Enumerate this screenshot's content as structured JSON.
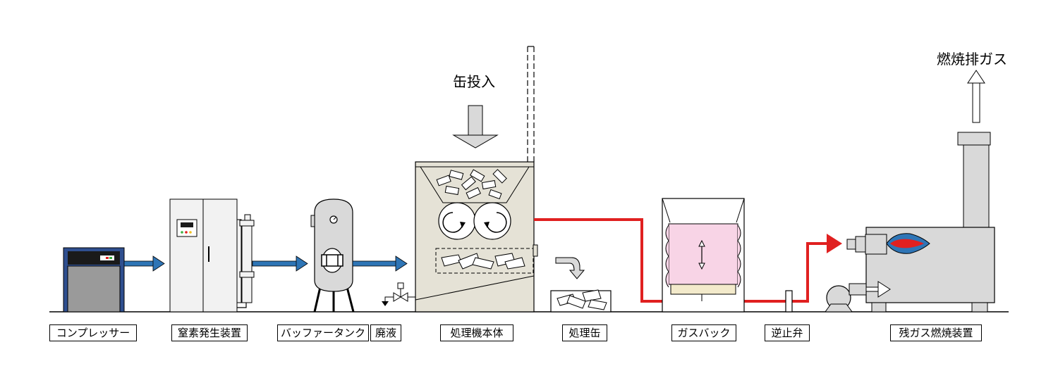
{
  "labels": {
    "compressor": "コンプレッサー",
    "nitrogen_generator": "窒素発生装置",
    "buffer_tank": "バッファータンク",
    "waste_liquid": "廃液",
    "processor_body": "処理機本体",
    "processed_cans": "処理缶",
    "gas_bag": "ガスバック",
    "check_valve": "逆止弁",
    "residual_gas_burner": "残ガス燃焼装置"
  },
  "annotations": {
    "can_input": "缶投入",
    "combustion_exhaust": "燃焼排ガス"
  },
  "colors": {
    "nitrogen_line": "#2E75B6",
    "gas_line": "#E02020",
    "machine_body": "#E5E2D6",
    "gas_bag_fill": "#F8D4E6",
    "burner_body": "#D9D9D9",
    "compressor_frame": "#2F4F8F",
    "flame_outer": "#2E75B6",
    "flame_inner": "#E02020"
  }
}
